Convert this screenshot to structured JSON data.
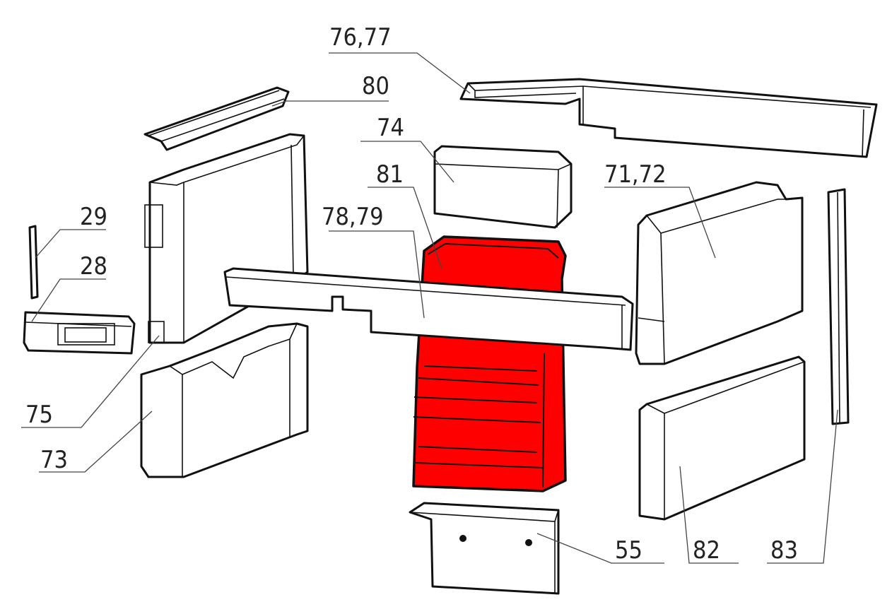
{
  "diagram": {
    "title_visible": false,
    "highlight_color": "#ff0000",
    "labels": {
      "p7677": "76,77",
      "p80": "80",
      "p74": "74",
      "p81": "81",
      "p7879": "78,79",
      "p29": "29",
      "p28": "28",
      "p7172": "71,72",
      "p75": "75",
      "p73": "73",
      "p55": "55",
      "p82": "82",
      "p83": "83"
    }
  }
}
